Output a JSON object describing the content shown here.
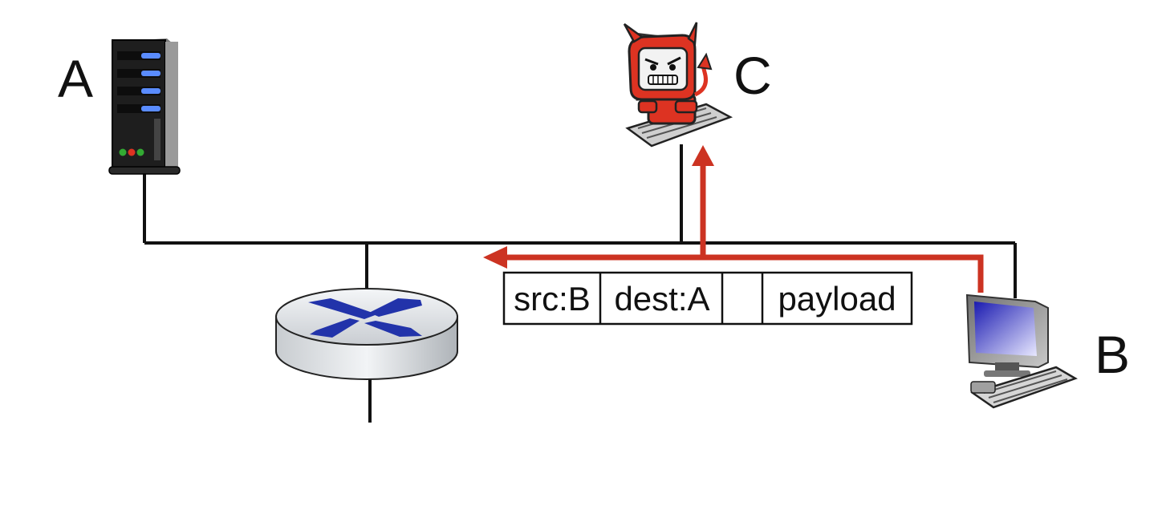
{
  "nodes": {
    "server": {
      "label": "A"
    },
    "attacker": {
      "label": "C"
    },
    "host": {
      "label": "B"
    }
  },
  "packet": {
    "fields": [
      "src:B",
      "dest:A",
      "",
      "payload"
    ]
  },
  "colors": {
    "wire": "#111111",
    "flow_arrow": "#cc3322",
    "router_x": "#2233aa",
    "devil": "#dd3322"
  },
  "icons": [
    "server-icon",
    "attacker-computer-icon",
    "laptop-computer-icon",
    "router-icon"
  ]
}
